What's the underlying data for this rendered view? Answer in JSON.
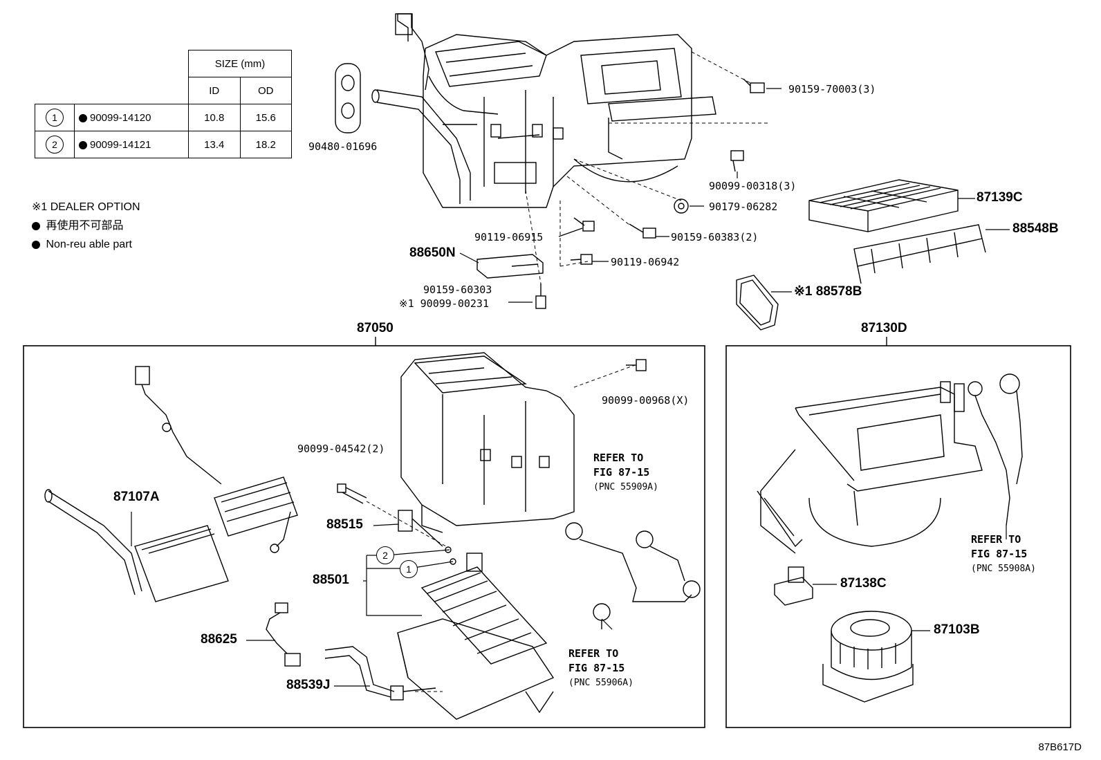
{
  "size_table": {
    "size_header": "SIZE (mm)",
    "col_id": "ID",
    "col_od": "OD",
    "rows": [
      {
        "marker": "1",
        "part": "90099-14120",
        "id": "10.8",
        "od": "15.6"
      },
      {
        "marker": "2",
        "part": "90099-14121",
        "id": "13.4",
        "od": "18.2"
      }
    ]
  },
  "notes": {
    "dealer_option": "※1  DEALER OPTION",
    "non_reusable_jp": "再使用不可部品",
    "non_reusable_en": "Non-reu  able part"
  },
  "top_labels": {
    "p90480": "90480-01696",
    "p90159_70003": "90159-70003(3)",
    "p90099_00318": "90099-00318(3)",
    "p90179": "90179-06282",
    "p87139c": "87139C",
    "p88548b": "88548B",
    "p90119_06915": "90119-06915",
    "p90159_60383": "90159-60383(2)",
    "p88650n": "88650N",
    "p90119_06942": "90119-06942",
    "p90159_60303": "90159-60303",
    "p90099_00231": "※1 90099-00231",
    "p88578b": "※1 88578B"
  },
  "group_labels": {
    "g87050": "87050",
    "g87130d": "87130D"
  },
  "left_box": {
    "p90099_00968": "90099-00968(X)",
    "p90099_04542": "90099-04542(2)",
    "p87107a": "87107A",
    "p88515": "88515",
    "p88501": "88501",
    "p88625": "88625",
    "p88539j": "88539J",
    "marker_1": "1",
    "marker_2": "2",
    "ref_a": {
      "l1": "REFER TO",
      "l2": "FIG 87-15",
      "l3": "(PNC 55909A)"
    },
    "ref_b": {
      "l1": "REFER TO",
      "l2": "FIG 87-15",
      "l3": "(PNC 55906A)"
    }
  },
  "right_box": {
    "p87138c": "87138C",
    "p87103b": "87103B",
    "ref_c": {
      "l1": "REFER TO",
      "l2": "FIG 87-15",
      "l3": "(PNC 55908A)"
    }
  },
  "footer_code": "87B617D"
}
